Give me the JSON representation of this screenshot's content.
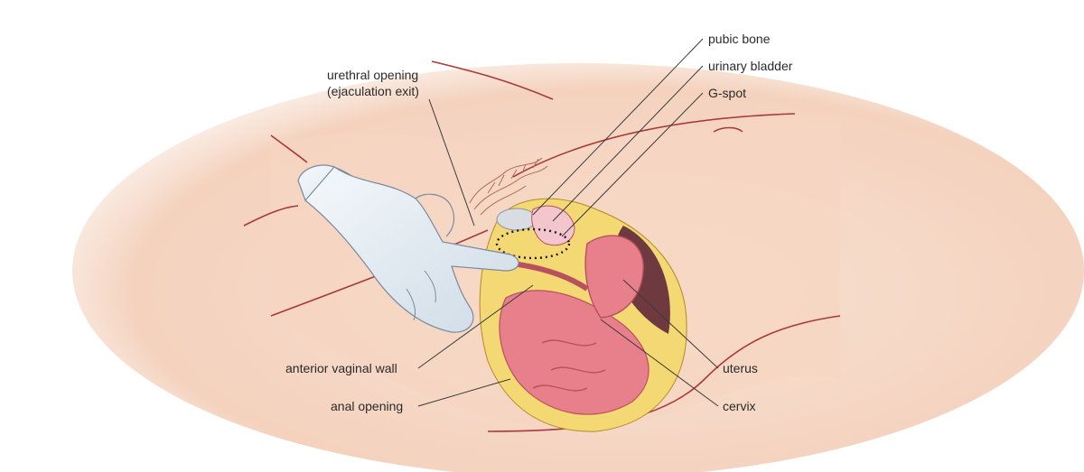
{
  "labels": {
    "pubic_bone": "pubic bone",
    "urinary_bladder": "urinary bladder",
    "g_spot": "G-spot",
    "urethral_opening_line1": "urethral opening",
    "urethral_opening_line2": "(ejaculation exit)",
    "anterior_vaginal_wall": "anterior vaginal wall",
    "anal_opening": "anal opening",
    "uterus": "uterus",
    "cervix": "cervix"
  },
  "colors": {
    "skin": "#f6dccb",
    "skin_shadow": "#eec4ad",
    "outline": "#a83a3a",
    "tissue_pink": "#e7808a",
    "tissue_dark": "#b8515e",
    "fat_yellow": "#f3d874",
    "bone_grey": "#d9dde3",
    "glove": "#e6edf4",
    "glove_outline": "#7a8aa0",
    "cavity_dark": "#6e3a40"
  }
}
